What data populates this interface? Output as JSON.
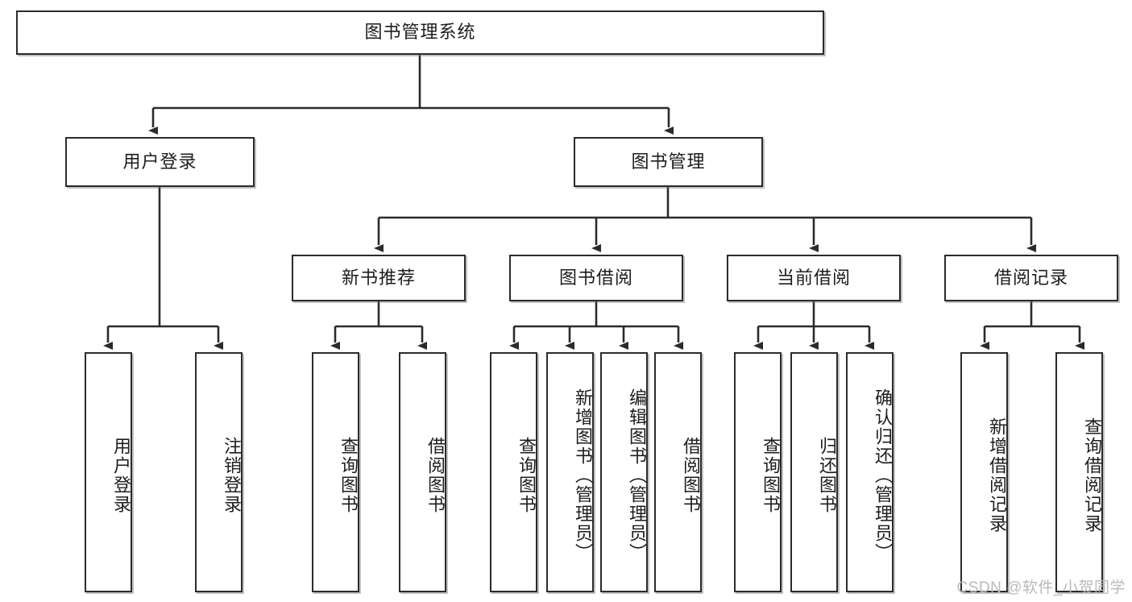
{
  "diagram": {
    "title": "图书管理系统",
    "type": "tree-hierarchy-chart",
    "root": {
      "id": "root",
      "label": "图书管理系统"
    },
    "level2": [
      {
        "id": "user-login",
        "label": "用户登录"
      },
      {
        "id": "book-manage",
        "label": "图书管理"
      }
    ],
    "level3": [
      {
        "id": "new-book-recommend",
        "label": "新书推荐"
      },
      {
        "id": "book-borrow",
        "label": "图书借阅"
      },
      {
        "id": "current-borrow",
        "label": "当前借阅"
      },
      {
        "id": "borrow-record",
        "label": "借阅记录"
      }
    ],
    "leaves": {
      "user_login": [
        {
          "id": "leaf-user-login",
          "label": "用户登录"
        },
        {
          "id": "leaf-logout-login",
          "label": "注销登录"
        }
      ],
      "new_book_recommend": [
        {
          "id": "leaf-query-book-1",
          "label": "查询图书"
        },
        {
          "id": "leaf-borrow-book-1",
          "label": "借阅图书"
        }
      ],
      "book_borrow": [
        {
          "id": "leaf-query-book-2",
          "label": "查询图书"
        },
        {
          "id": "leaf-add-book",
          "label": "新增图书（管理员）"
        },
        {
          "id": "leaf-edit-book",
          "label": "编辑图书（管理员）"
        },
        {
          "id": "leaf-borrow-book-2",
          "label": "借阅图书"
        }
      ],
      "current_borrow": [
        {
          "id": "leaf-query-book-3",
          "label": "查询图书"
        },
        {
          "id": "leaf-return-book",
          "label": "归还图书"
        },
        {
          "id": "leaf-confirm-return",
          "label": "确认归还（管理员）"
        }
      ],
      "borrow_record": [
        {
          "id": "leaf-add-record",
          "label": "新增借阅记录"
        },
        {
          "id": "leaf-query-record",
          "label": "查询借阅记录"
        }
      ]
    },
    "watermark": "CSDN @软件_小贺同学",
    "colors": {
      "stroke": "#2b2b2b",
      "fill": "#ffffff",
      "text": "#1d1d1d",
      "watermark": "#b9b9b9"
    }
  }
}
